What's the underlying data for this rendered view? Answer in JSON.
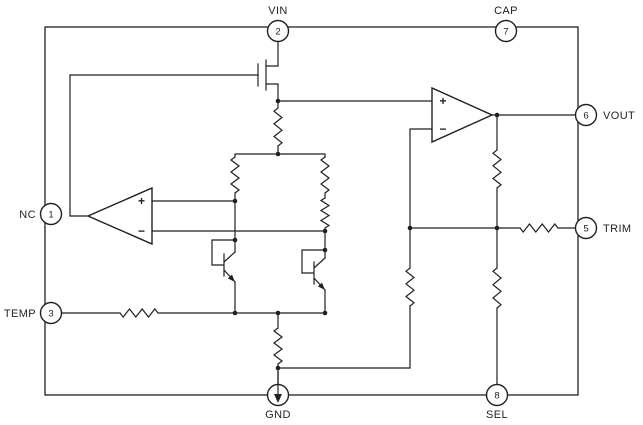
{
  "diagram": {
    "type": "ic-functional-block-diagram",
    "colors": {
      "line": "#231f20",
      "background": "#ffffff"
    },
    "pins": [
      {
        "number": "1",
        "label": "NC",
        "side": "left"
      },
      {
        "number": "2",
        "label": "VIN",
        "side": "top"
      },
      {
        "number": "3",
        "label": "TEMP",
        "side": "left"
      },
      {
        "number": "",
        "label": "GND",
        "side": "bottom"
      },
      {
        "number": "5",
        "label": "TRIM",
        "side": "right"
      },
      {
        "number": "6",
        "label": "VOUT",
        "side": "right"
      },
      {
        "number": "7",
        "label": "CAP",
        "side": "top"
      },
      {
        "number": "8",
        "label": "SEL",
        "side": "bottom"
      }
    ],
    "opamps": [
      {
        "name": "error-amplifier",
        "plus": "+",
        "minus": "−"
      },
      {
        "name": "output-amplifier",
        "plus": "+",
        "minus": "−"
      }
    ]
  }
}
